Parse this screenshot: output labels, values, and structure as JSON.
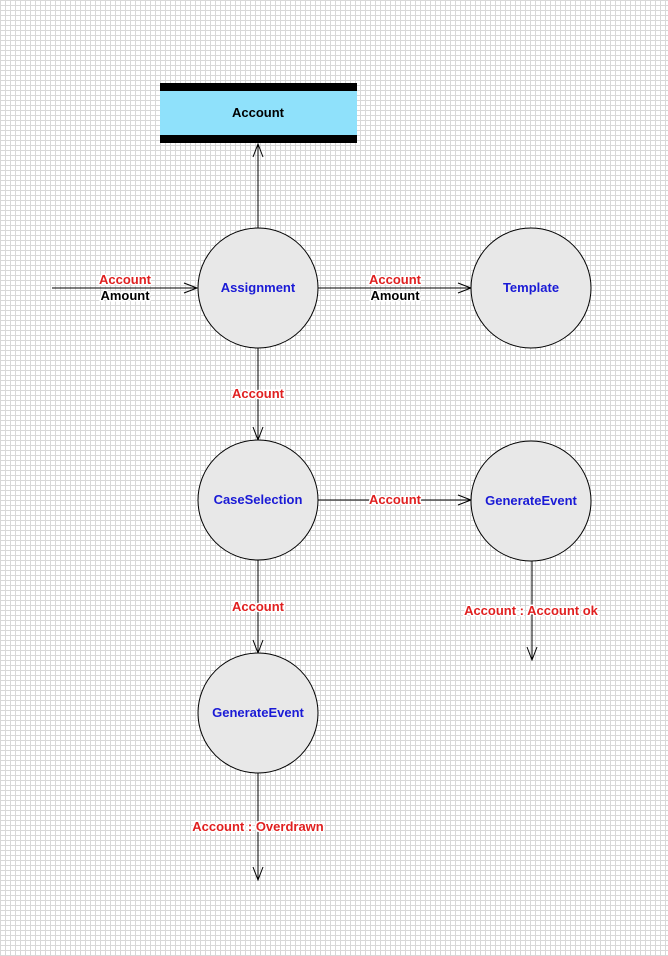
{
  "colors": {
    "store_fill": "#8fe1fb",
    "process_fill": "#e8e8e8",
    "process_text": "#1a1ad6",
    "flow_label_primary": "#e02020",
    "flow_label_secondary": "#000000"
  },
  "store": {
    "label": "Account"
  },
  "processes": {
    "assignment": "Assignment",
    "template": "Template",
    "case_selection": "CaseSelection",
    "generate_event_right": "GenerateEvent",
    "generate_event_bottom": "GenerateEvent"
  },
  "flows": {
    "incoming": {
      "line1": "Account",
      "line2": "Amount"
    },
    "assignment_to_template": {
      "line1": "Account",
      "line2": "Amount"
    },
    "assignment_to_case": "Account",
    "case_to_generate_right": "Account",
    "case_to_generate_bottom": "Account",
    "generate_right_out": "Account : Account ok",
    "generate_bottom_out": "Account : Overdrawn"
  }
}
